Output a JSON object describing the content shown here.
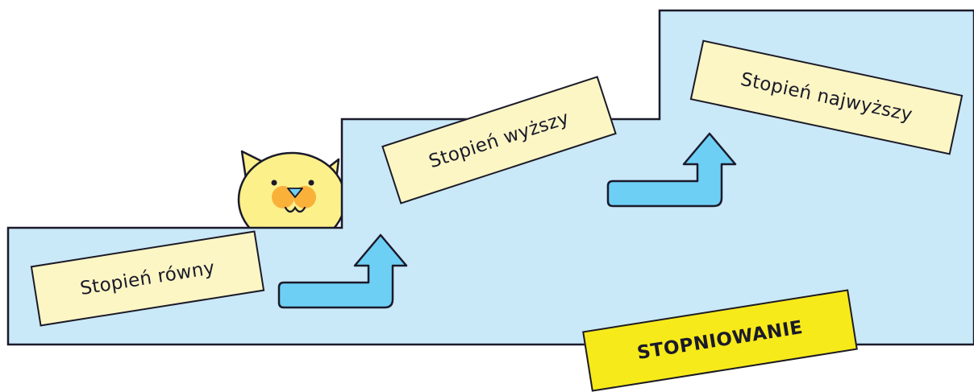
{
  "diagram": {
    "steps": [
      {
        "label": "Stopień równy"
      },
      {
        "label": "Stopień wyższy"
      },
      {
        "label": "Stopień najwyższy"
      }
    ],
    "title": "STOPNIOWANIE",
    "icons": [
      "cat-icon",
      "up-arrow-icon",
      "up-arrow-icon"
    ],
    "colors": {
      "stairs_fill": "#c9e8f8",
      "outline": "#1a1a2a",
      "label_fill": "#fcf6c4",
      "title_fill": "#f7ea1a",
      "arrow_fill": "#6ecff5",
      "cat_fill": "#fcf08a",
      "cat_cheeks": "#f9b13a",
      "cat_nose": "#6ecff5"
    }
  }
}
